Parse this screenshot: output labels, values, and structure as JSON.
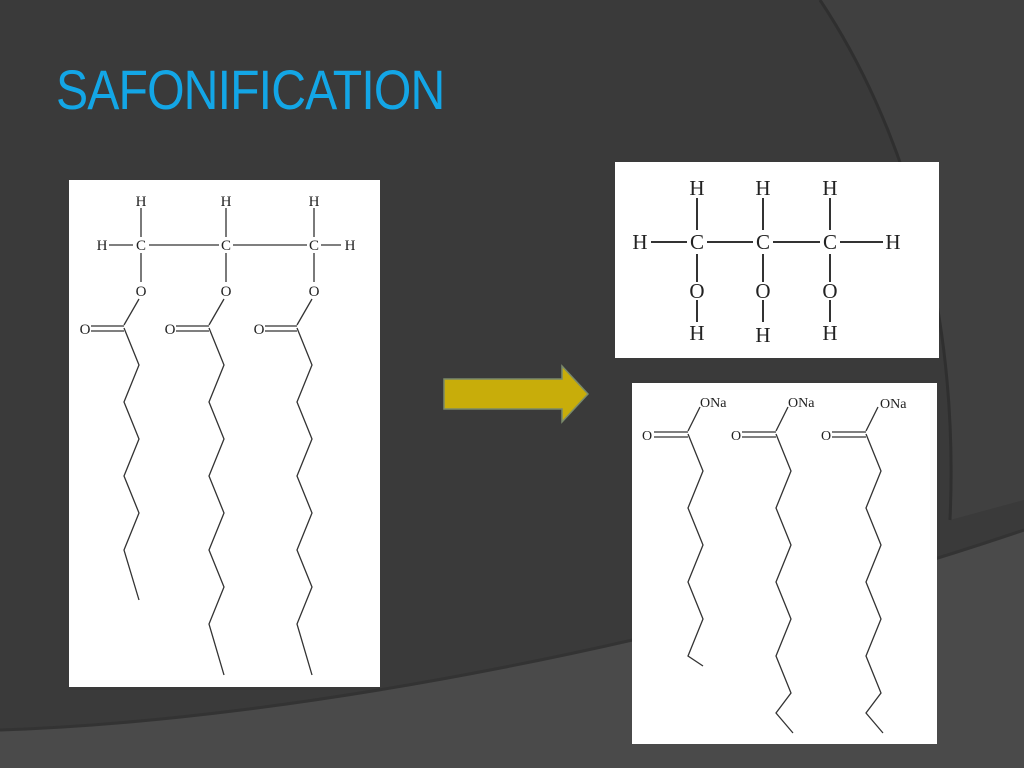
{
  "slide": {
    "title": "SAFONIFICATION",
    "accent_color": "#13a6e6",
    "background_color": "#3a3a3a",
    "arrow_color": "#c8ad0a"
  },
  "atoms": {
    "hydrogen": "H",
    "carbon": "C",
    "oxygen": "O",
    "sodium_oxide": "ONa"
  }
}
